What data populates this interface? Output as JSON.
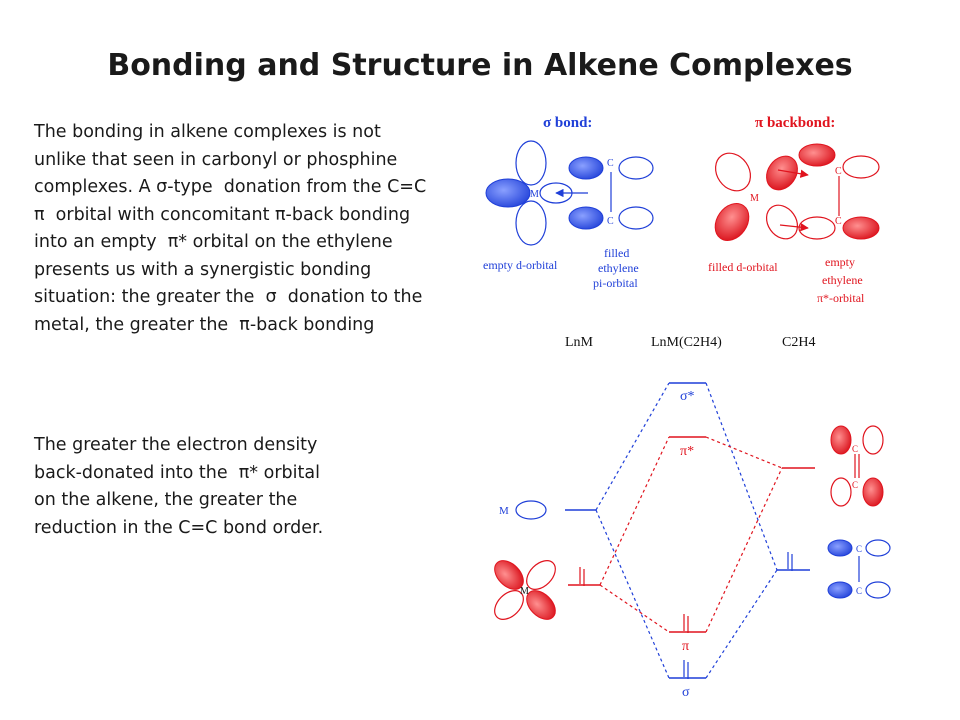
{
  "title": "Bonding and Structure in Alkene Complexes",
  "paragraph1": [
    "The bonding in alkene complexes is not",
    "unlike that seen in carbonyl or phosphine",
    "complexes. A σ-type  donation from the C=C",
    "π  orbital with concomitant π-back bonding",
    "into an empty  π* orbital on the ethylene",
    "presents us with a synergistic bonding",
    "situation: the greater the  σ  donation to the",
    "metal, the greater the  π-back bonding"
  ],
  "paragraph2": [
    "The greater the electron density",
    "back-donated into the  π* orbital",
    "on the alkene, the greater the",
    "reduction in the C=C bond order."
  ],
  "sigma_panel": {
    "heading": "σ bond:",
    "metal": "M",
    "carbon_top": "C",
    "carbon_bottom": "C",
    "label_left": "empty d-orbital",
    "label_right": [
      "filled",
      "ethylene",
      "pi-orbital"
    ]
  },
  "pi_panel": {
    "heading": "π backbond:",
    "metal": "M",
    "carbon_top": "C",
    "carbon_bottom": "C",
    "label_left": "filled d-orbital",
    "label_right": [
      "empty",
      "ethylene",
      "π*-orbital"
    ]
  },
  "mo_diagram": {
    "col_left": "LnM",
    "col_mid": "LnM(C2H4)",
    "col_right": "C2H4",
    "levels": {
      "sigma_star": "σ*",
      "pi_star": "π*",
      "pi": "π",
      "sigma": "σ"
    },
    "metal_label": "M",
    "carbon": "C"
  },
  "colors": {
    "blue": "#1f3fd8",
    "red": "#e0141e",
    "text": "#1a1a1a"
  }
}
